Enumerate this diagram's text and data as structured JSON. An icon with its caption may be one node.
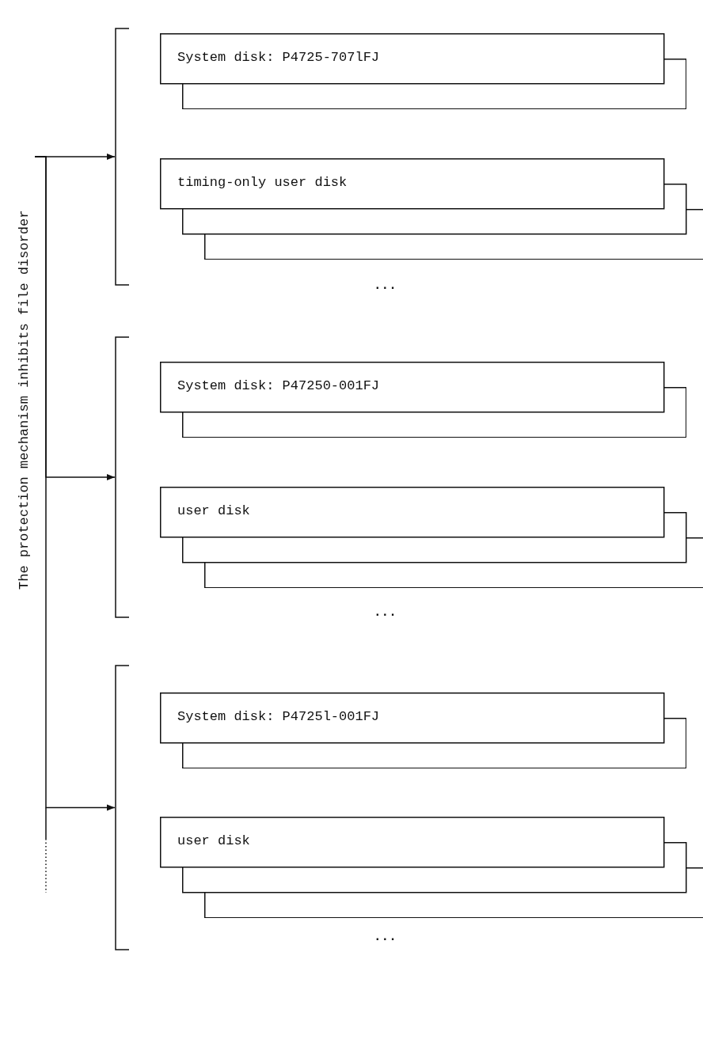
{
  "diagram": {
    "nodes": [
      {
        "text": [
          "The protection mechanism inhibits file disorder"
        ]
      },
      {
        "text": [],
        "shape": "bracket"
      },
      {
        "text": [
          "System disk: P4725-707lFJ"
        ],
        "in": 1
      },
      {
        "text": [
          "timing-only user disk"
        ],
        "in": 1
      },
      {
        "text": [],
        "shape": "bracket"
      },
      {
        "text": [
          "System disk: P47250-001FJ"
        ],
        "in": 4
      },
      {
        "text": [
          "user disk"
        ],
        "in": 4
      },
      {
        "text": [],
        "shape": "bracket"
      },
      {
        "text": [
          "System disk: P4725l-001FJ"
        ],
        "in": 7
      },
      {
        "text": [
          "user disk"
        ],
        "in": 7
      }
    ],
    "edges": [
      {
        "from": 0,
        "to": 1,
        "arrow": "to"
      },
      {
        "from": 0,
        "to": 4,
        "arrow": "to"
      },
      {
        "from": 0,
        "to": 7,
        "arrow": "to"
      }
    ],
    "labels": [
      "...",
      "...",
      "..."
    ]
  }
}
